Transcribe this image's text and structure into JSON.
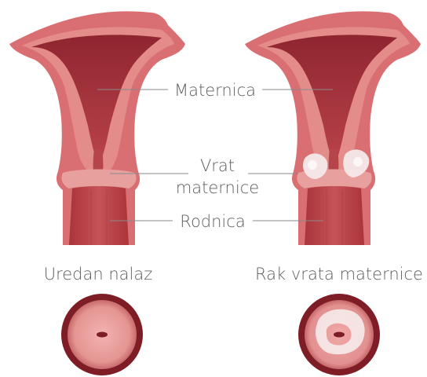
{
  "labels": {
    "uterus": "Maternica",
    "cervix_line1": "Vrat",
    "cervix_line2": "maternice",
    "vagina": "Rodnica"
  },
  "captions": {
    "normal": "Uredan nalaz",
    "cancer": "Rak vrata maternice"
  },
  "colors": {
    "tissue_outer": "#d96f72",
    "tissue_mid": "#e38c8a",
    "cavity": "#9e2b33",
    "cavity_light": "#c65358",
    "os_outer_ring": "#7f1d26",
    "os_face": "#eaa1a1",
    "lesion": "#f6e9ea",
    "leader_line": "#8a8a8a",
    "label_text": "#5f5f5f"
  }
}
